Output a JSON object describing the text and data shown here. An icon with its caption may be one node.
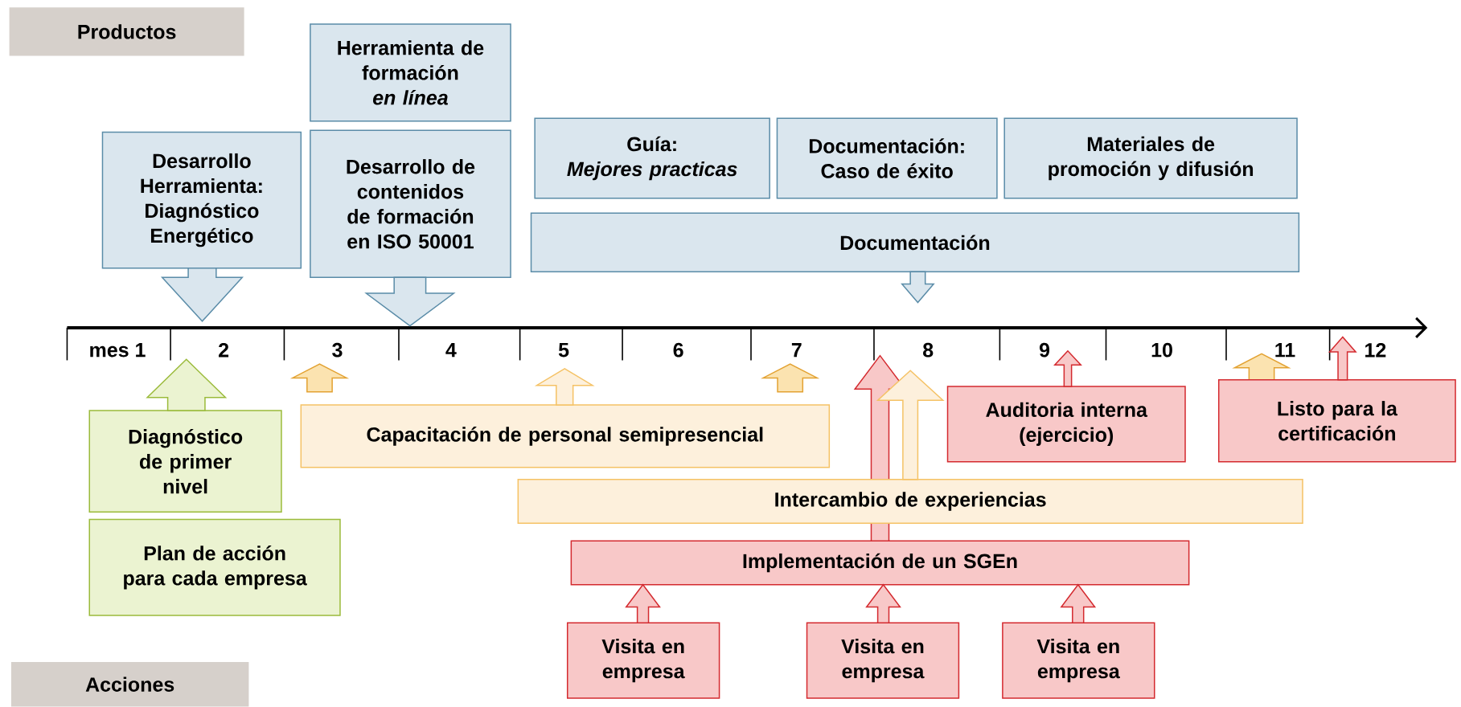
{
  "diagram": {
    "nodes": [
      {
        "text": [
          "Productos"
        ]
      },
      {
        "text": [
          "Herramienta de formación *en línea*"
        ]
      },
      {
        "text": [
          "Desarrollo Herramienta: Diagnóstico Energético"
        ]
      },
      {
        "text": [
          "Desarrollo de contenidos de formación en ISO 50001"
        ]
      },
      {
        "text": [
          "Guía:",
          "Mejores practicas"
        ]
      },
      {
        "text": [
          "Documentación: Caso de éxito"
        ]
      },
      {
        "text": [
          "Materiales de promoción y difusión"
        ]
      },
      {
        "text": [
          "Documentación"
        ]
      },
      {
        "text": [
          "Diagnóstico de primer nivel"
        ]
      },
      {
        "text": [
          "Plan de acción para cada empresa"
        ]
      },
      {
        "text": [
          "Capacitación de personal semipresencial"
        ]
      },
      {
        "text": [
          "Auditoria interna (ejercicio)"
        ]
      },
      {
        "text": [
          "Listo para la certificación"
        ]
      },
      {
        "text": [
          "Intercambio de experiencias"
        ]
      },
      {
        "text": [
          "Implementación de un SGEn"
        ]
      },
      {
        "text": [
          "Visita en empresa"
        ]
      },
      {
        "text": [
          "Visita en empresa"
        ]
      },
      {
        "text": [
          "Visita en empresa"
        ]
      },
      {
        "text": [
          "Acciones"
        ]
      }
    ],
    "edges": [
      {
        "from": 2,
        "to": null,
        "arrow": "to",
        "color": "#5a8ca8"
      },
      {
        "from": 3,
        "to": null,
        "arrow": "to",
        "color": "#5a8ca8"
      },
      {
        "from": 7,
        "to": null,
        "arrow": "to",
        "color": "#5a8ca8"
      },
      {
        "from": 8,
        "to": null,
        "arrow": "to",
        "color": "#9bbb3b"
      },
      {
        "from": 10,
        "to": null,
        "arrow": "to",
        "color": "#f5c265"
      },
      {
        "from": 11,
        "to": null,
        "arrow": "to"
      },
      {
        "from": 12,
        "to": null,
        "arrow": "to"
      },
      {
        "from": 14,
        "to": null,
        "arrow": "to"
      },
      {
        "from": 13,
        "to": null,
        "arrow": "to",
        "color": "#f5c265"
      },
      {
        "from": 15,
        "to": 14,
        "arrow": "to"
      },
      {
        "from": 16,
        "to": 14,
        "arrow": "to"
      },
      {
        "from": 17,
        "to": 14,
        "arrow": "to"
      }
    ],
    "labels": [
      "mes 1",
      "2",
      "3",
      "4",
      "5",
      "6",
      "7",
      "8",
      "9",
      "10",
      "11",
      "12"
    ]
  }
}
